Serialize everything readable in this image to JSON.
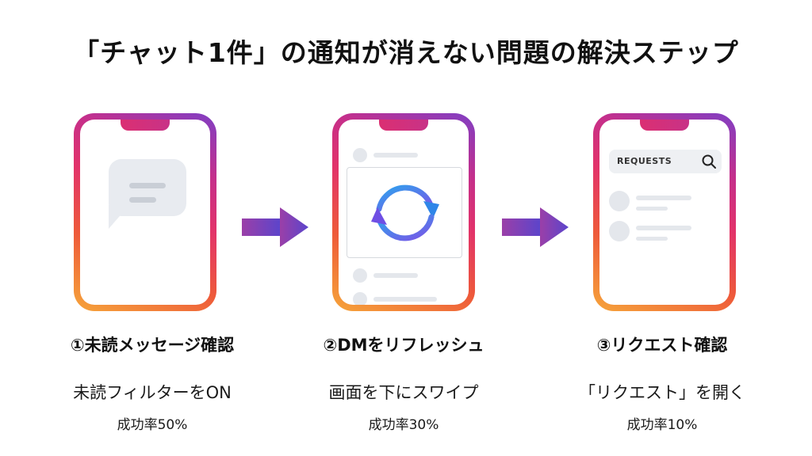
{
  "title": "「チャット1件」の通知が消えない問題の解決ステップ",
  "steps": [
    {
      "title": "①未読メッセージ確認",
      "description": "未読フィルターをON",
      "rate": "成功率50%"
    },
    {
      "title": "②DMをリフレッシュ",
      "description": "画面を下にスワイプ",
      "rate": "成功率30%"
    },
    {
      "title": "③リクエスト確認",
      "description": "「リクエスト」を開く",
      "rate": "成功率10%"
    }
  ],
  "phone3": {
    "search_label": "REQUESTS"
  },
  "icons": [
    "chat-bubble-icon",
    "refresh-icon",
    "search-icon",
    "arrow-right-icon"
  ],
  "colors": {
    "arrow": "#6a3fc8",
    "refresh_blue": "#2f86e8",
    "refresh_purple": "#7b54e6"
  }
}
